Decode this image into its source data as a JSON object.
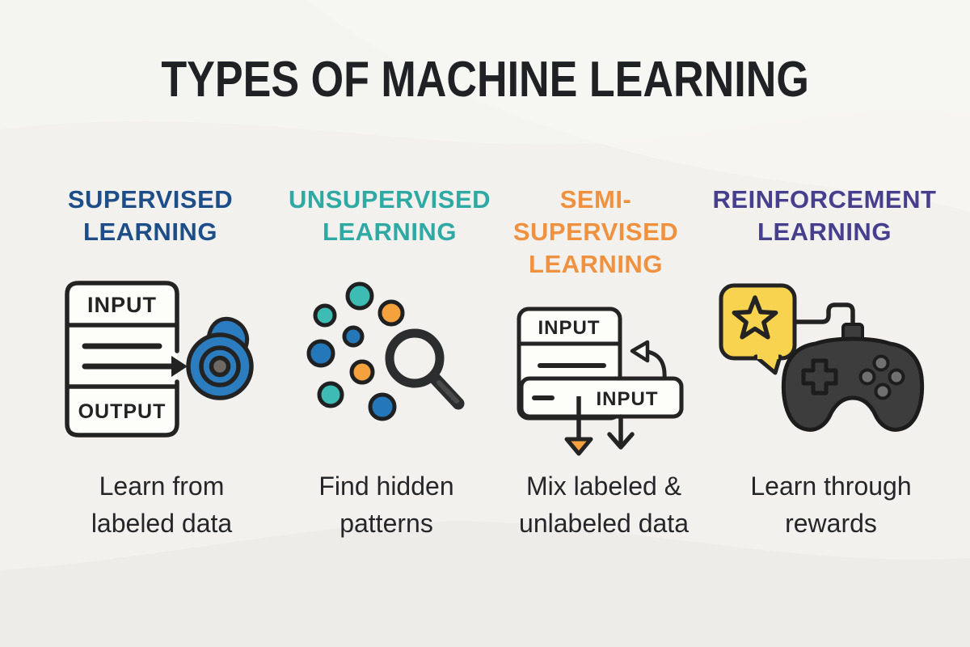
{
  "title": "TYPES OF MACHINE LEARNING",
  "columns": [
    {
      "key": "supervised",
      "heading_lines": [
        "SUPERVISED",
        "LEARNING"
      ],
      "heading_color": "#1d4e89",
      "icon": "input-output-target-icon",
      "icon_text": {
        "input": "INPUT",
        "output": "OUTPUT"
      },
      "caption_lines": [
        "Learn from",
        "labeled data"
      ]
    },
    {
      "key": "unsupervised",
      "heading_lines": [
        "UNSUPERVISED",
        "LEARNING"
      ],
      "heading_color": "#2fa9a4",
      "icon": "scatter-dots-magnifier-icon",
      "caption_lines": [
        "Find hidden",
        "patterns"
      ]
    },
    {
      "key": "semi_supervised",
      "heading_lines": [
        "SEMI-",
        "SUPERVISED",
        "LEARNING"
      ],
      "heading_color": "#ef913e",
      "icon": "stacked-input-arrows-icon",
      "icon_text": {
        "input_top": "INPUT",
        "input_bottom": "INPUT"
      },
      "caption_lines": [
        "Mix labeled &",
        "unlabeled data"
      ]
    },
    {
      "key": "reinforcement",
      "heading_lines": [
        "REINFORCEMENT",
        "LEARNING"
      ],
      "heading_color": "#463f8e",
      "icon": "reward-star-gamepad-icon",
      "caption_lines": [
        "Learn through",
        "rewards"
      ]
    }
  ],
  "palette": {
    "background": "#f2f1ee",
    "ink": "#232325",
    "panel_fill": "#fdfdfa",
    "target_blue": "#2b7dc0",
    "dot_teal": "#3dbcb4",
    "dot_orange": "#f5a13d",
    "bubble_yellow": "#f8d34f",
    "gamepad_gray": "#3d3d3e",
    "gamepad_button_gray": "#707070"
  }
}
